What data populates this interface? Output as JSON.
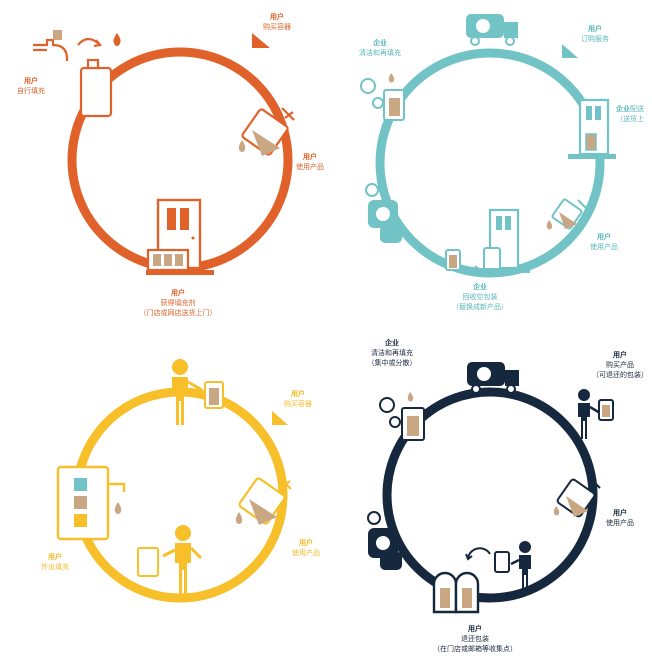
{
  "colors": {
    "orange": "#e0622a",
    "teal": "#72c3c5",
    "yellow": "#f7bf2a",
    "navy": "#16283d",
    "tan": "#c9a783"
  },
  "panel1": {
    "refill": {
      "title": "用户",
      "line1": "自行填充"
    },
    "buy": {
      "title": "用户",
      "line1": "购买容器"
    },
    "use": {
      "title": "用户",
      "line1": "使用产品"
    },
    "obtain": {
      "title": "用户",
      "line1": "获得填充剂",
      "line2": "（门店或网店送货上门）"
    }
  },
  "panel2": {
    "clean": {
      "title": "企业",
      "line1": "清洁和再填充"
    },
    "subscribe": {
      "title": "用户",
      "line1": "订购服务"
    },
    "deliver": {
      "title": "企业",
      "title_suffix": "配送",
      "line1": "（送货上"
    },
    "use": {
      "title": "用户",
      "line1": "使用产品"
    },
    "collect": {
      "title": "企业",
      "line1": "回收空包装",
      "line2": "（替换成新产品）"
    }
  },
  "panel3": {
    "buy": {
      "title": "用户",
      "line1": "购买容器"
    },
    "use": {
      "title": "用户",
      "line1": "使用产品"
    },
    "outside": {
      "title": "用户",
      "line1": "外出填充"
    }
  },
  "panel4": {
    "clean": {
      "title": "企业",
      "line1": "清洁和再填充",
      "line2": "（集中或分散）"
    },
    "buy": {
      "title": "用户",
      "line1": "购买产品",
      "line2": "（可退还的包装）"
    },
    "use": {
      "title": "用户",
      "line1": "使用产品"
    },
    "return": {
      "title": "用户",
      "line1": "退还包装",
      "line2": "（在门店或邮箱等收集点）"
    }
  }
}
